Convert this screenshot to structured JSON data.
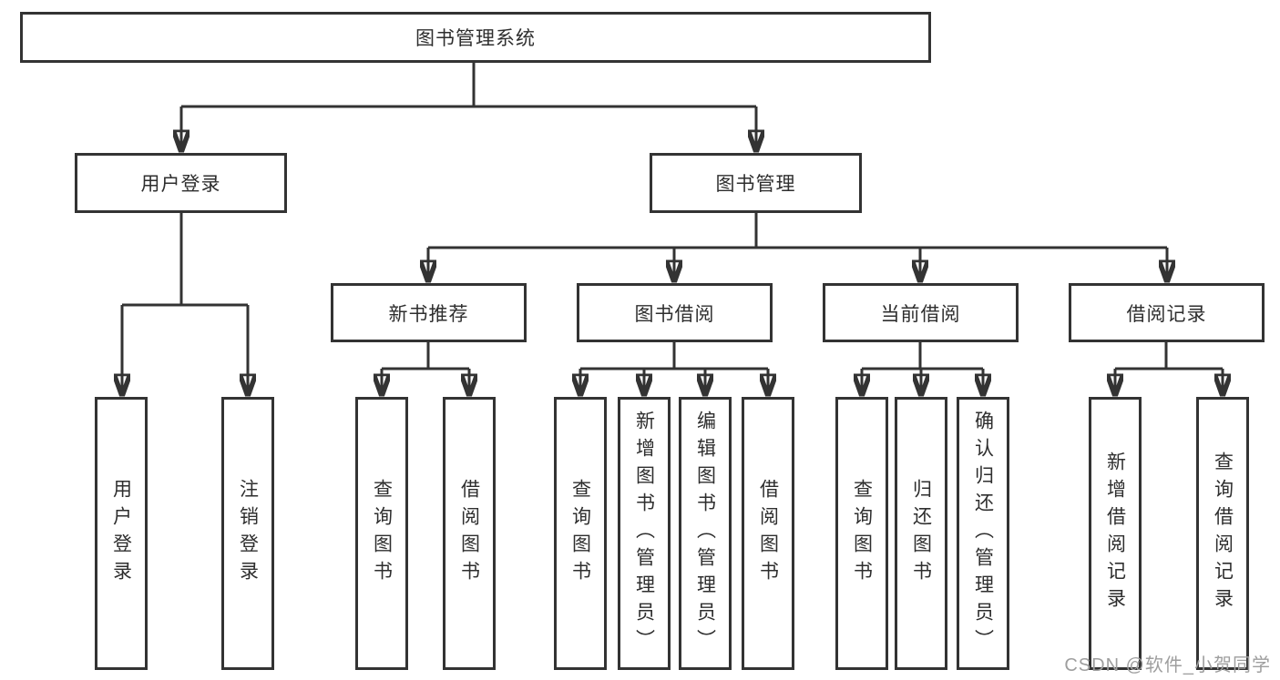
{
  "diagram": {
    "root": {
      "label": "图书管理系统"
    },
    "branches": [
      {
        "label": "用户登录",
        "children": [
          {
            "label": "用户登录"
          },
          {
            "label": "注销登录"
          }
        ]
      },
      {
        "label": "图书管理",
        "children": [
          {
            "label": "新书推荐",
            "children": [
              {
                "label": "查询图书"
              },
              {
                "label": "借阅图书"
              }
            ]
          },
          {
            "label": "图书借阅",
            "children": [
              {
                "label": "查询图书"
              },
              {
                "label": "新增图书（管理员）"
              },
              {
                "label": "编辑图书（管理员）"
              },
              {
                "label": "借阅图书"
              }
            ]
          },
          {
            "label": "当前借阅",
            "children": [
              {
                "label": "查询图书"
              },
              {
                "label": "归还图书"
              },
              {
                "label": "确认归还（管理员）"
              }
            ]
          },
          {
            "label": "借阅记录",
            "children": [
              {
                "label": "新增借阅记录"
              },
              {
                "label": "查询借阅记录"
              }
            ]
          }
        ]
      }
    ]
  },
  "watermark": {
    "text": "CSDN @软件_小贺同学"
  },
  "colors": {
    "line": "#333333",
    "text": "#2e2e2e",
    "background": "#ffffff",
    "watermark": "#9e9e9e"
  }
}
